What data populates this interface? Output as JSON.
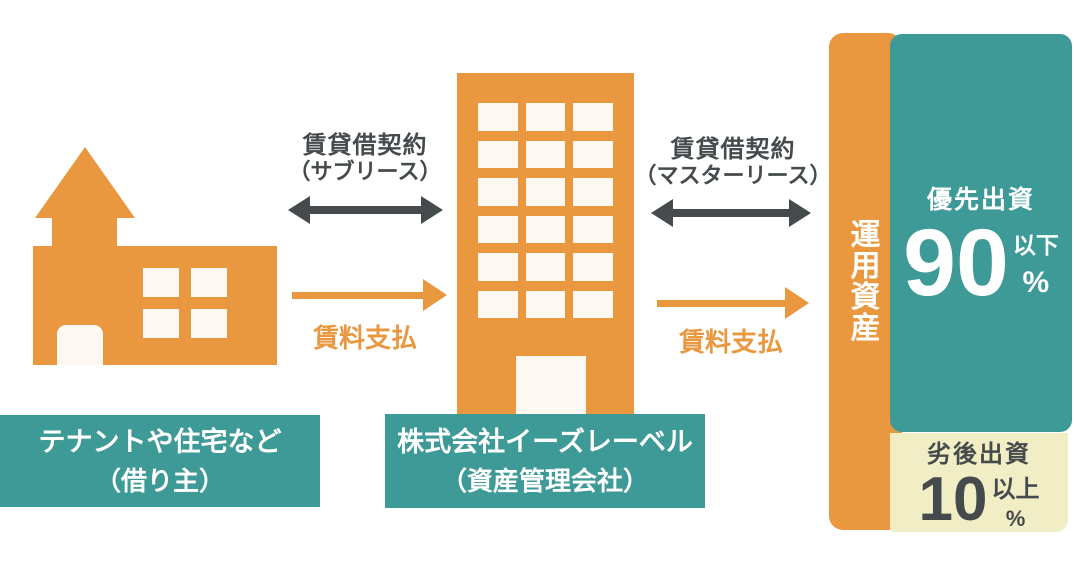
{
  "colors": {
    "orange": "#e99840",
    "teal": "#3d9a97",
    "dark_slate": "#454b4d",
    "cream": "#f1edc4",
    "warm_white": "#fdf8f2",
    "background": "#ffffff"
  },
  "left_entity": {
    "label_line1": "テナントや住宅など",
    "label_line2": "（借り主）"
  },
  "middle_entity": {
    "label_line1": "株式会社イーズレーベル",
    "label_line2": "（資産管理会社）"
  },
  "flows": {
    "left_contract_line1": "賃貸借契約",
    "left_contract_line2": "（サブリース）",
    "left_payment": "賃料支払",
    "right_contract_line1": "賃貸借契約",
    "right_contract_line2": "（マスターリース）",
    "right_payment": "賃料支払"
  },
  "asset_block": {
    "bar_label": "運用資産",
    "bar_label_chars": [
      "運",
      "用",
      "資",
      "産"
    ],
    "senior": {
      "title": "優先出資",
      "value": "90",
      "qualifier": "以下",
      "unit": "%"
    },
    "subordinated": {
      "title": "劣後出資",
      "value": "10",
      "qualifier": "以上",
      "unit": "%"
    }
  }
}
